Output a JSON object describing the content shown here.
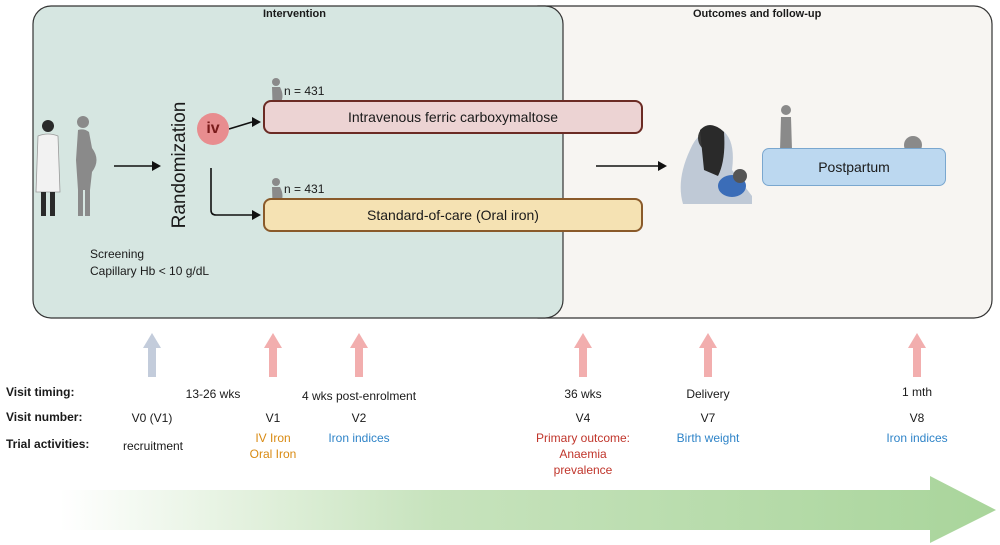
{
  "panels": {
    "intervention_title": "Intervention",
    "outcomes_title": "Outcomes and follow-up"
  },
  "screening": {
    "line1": "Screening",
    "line2": "Capillary Hb < 10 g/dL"
  },
  "randomization_label": "Randomization",
  "iv_badge": "iv",
  "arms": [
    {
      "n": "n = 431",
      "label": "Intravenous ferric carboxymaltose",
      "color": "#ecd3d3"
    },
    {
      "n": "n = 431",
      "label": "Standard-of-care (Oral iron)",
      "color": "#f5e2b3"
    }
  ],
  "postpartum_label": "Postpartum",
  "row_labels": {
    "timing": "Visit timing:",
    "number": "Visit number:",
    "activities": "Trial activities:"
  },
  "visits": {
    "v0": {
      "timing": "",
      "number": "V0 (V1)",
      "activity": "recruitment"
    },
    "v1": {
      "timing": "13-26 wks",
      "number": "V1",
      "activity1": "IV Iron",
      "activity2": "Oral Iron"
    },
    "v2": {
      "timing": "4 wks post-enrolment",
      "number": "V2",
      "activity": "Iron indices"
    },
    "v4": {
      "timing": "36 wks",
      "number": "V4",
      "activity1": "Primary outcome:",
      "activity2": "Anaemia",
      "activity3": "prevalence"
    },
    "v7": {
      "timing": "Delivery",
      "number": "V7",
      "activity": "Birth weight"
    },
    "v8": {
      "timing": "1 mth",
      "number": "V8",
      "activity": "Iron indices"
    }
  },
  "colors": {
    "intervention_bg": "#d6e6e1",
    "outcomes_bg": "#f7f5f2",
    "visit_arrow_pink": "#f2aeae",
    "visit_arrow_blue": "#c3ccdb",
    "timeline_green": "#b9dcae",
    "postpartum_bg": "#bcd8f0"
  }
}
